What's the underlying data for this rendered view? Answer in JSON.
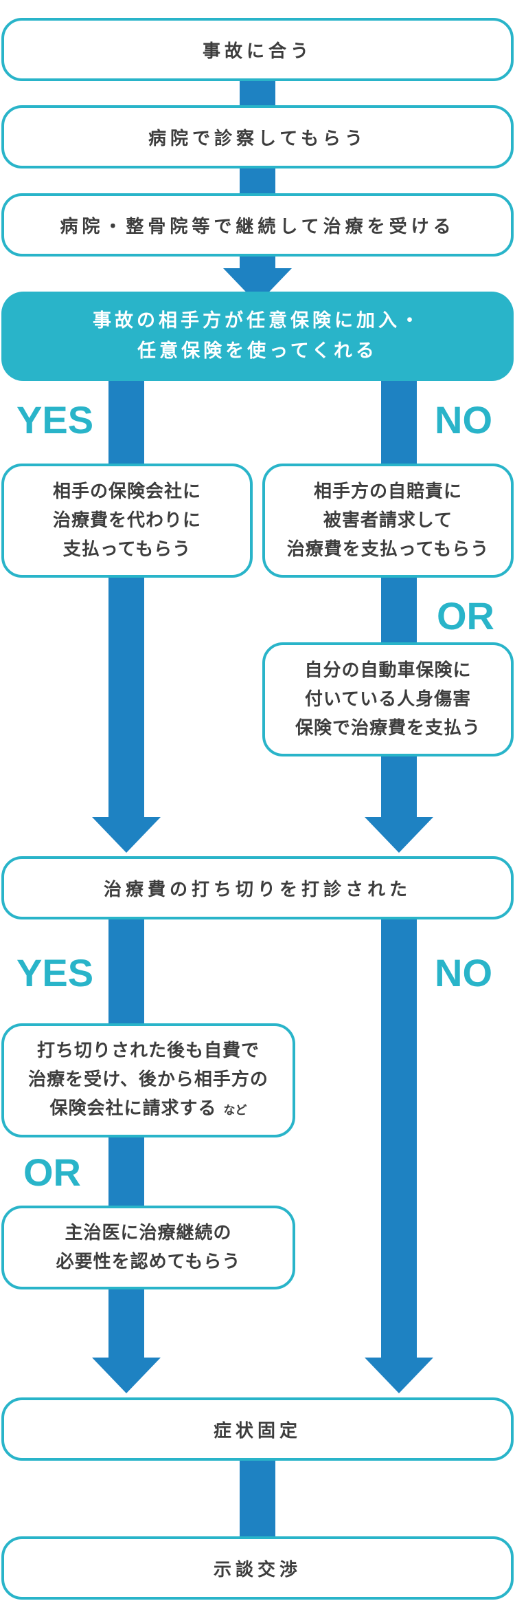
{
  "colors": {
    "teal": "#29b4c9",
    "arrow_blue": "#1e82c2",
    "text": "#3d3d3d"
  },
  "steps": {
    "accident": "事故に合う",
    "examination": "病院で診察してもらう",
    "continue_treatment": "病院・整骨院等で継続して治療を受ける",
    "question1": "事故の相手方が任意保険に加入・\n任意保険を使ってくれる",
    "yes1_box": "相手の保険会社に\n治療費を代わりに\n支払ってもらう",
    "no1_box1": "相手方の自賠責に\n被害者請求して\n治療費を支払ってもらう",
    "no1_box2": "自分の自動車保険に\n付いている人身傷害\n保険で治療費を支払う",
    "question2": "治療費の打ち切りを打診された",
    "yes2_box1": "打ち切りされた後も自費で\n治療を受け、後から相手方の\n保険会社に請求する",
    "yes2_box1_suffix": "など",
    "yes2_box2": "主治医に治療継続の\n必要性を認めてもらう",
    "fixed": "症状固定",
    "settlement": "示談交渉"
  },
  "labels": {
    "yes": "YES",
    "no": "NO",
    "or": "OR"
  }
}
